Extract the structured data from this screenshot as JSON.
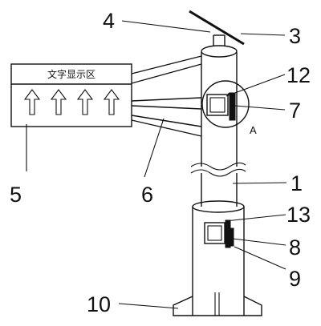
{
  "panel": {
    "display_text": "文字显示区"
  },
  "labels": {
    "l1": "1",
    "l3": "3",
    "l4": "4",
    "l5": "5",
    "l6": "6",
    "l7": "7",
    "l8": "8",
    "l9": "9",
    "l10": "10",
    "l12": "12",
    "l13": "13",
    "detail": "A"
  },
  "arrows": {
    "count": 4,
    "direction": "up"
  }
}
